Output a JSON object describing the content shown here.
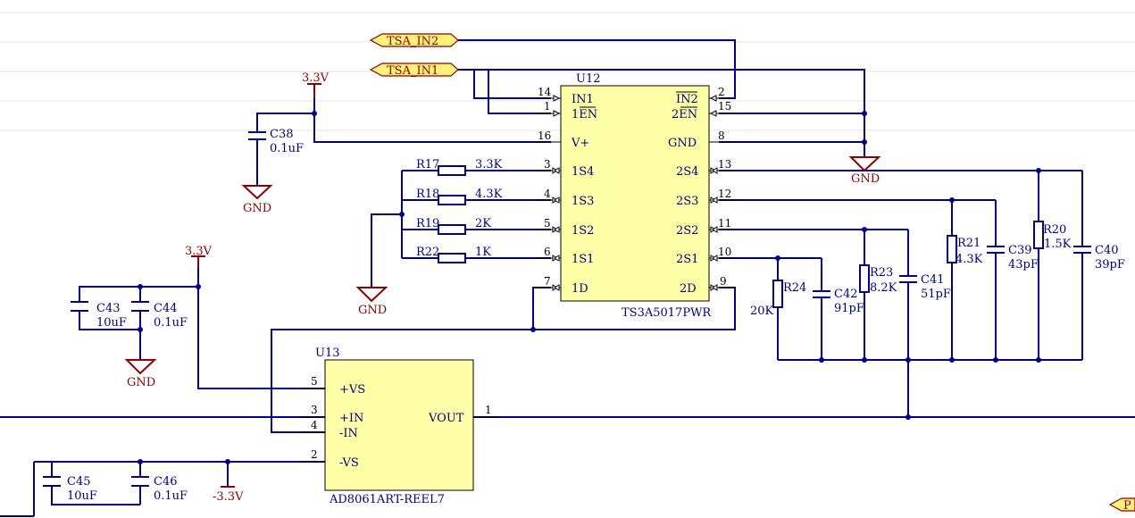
{
  "ports": {
    "tsa_in2": "TSA_IN2",
    "tsa_in1": "TSA_IN1",
    "p_partial": "P"
  },
  "power": {
    "v33_top": "3.3V",
    "v33_left": "3.3V",
    "vneg": "-3.3V",
    "gnd": "GND"
  },
  "u12": {
    "designator": "U12",
    "part": "TS3A5017PWR",
    "left_pins": [
      {
        "num": "14",
        "name": "IN1"
      },
      {
        "num": "1",
        "name": "1EN"
      },
      {
        "num": "16",
        "name": "V+"
      },
      {
        "num": "3",
        "name": "1S4"
      },
      {
        "num": "4",
        "name": "1S3"
      },
      {
        "num": "5",
        "name": "1S2"
      },
      {
        "num": "6",
        "name": "1S1"
      },
      {
        "num": "7",
        "name": "1D"
      }
    ],
    "right_pins": [
      {
        "num": "2",
        "name": "IN2"
      },
      {
        "num": "15",
        "name": "2EN"
      },
      {
        "num": "8",
        "name": "GND"
      },
      {
        "num": "13",
        "name": "2S4"
      },
      {
        "num": "12",
        "name": "2S3"
      },
      {
        "num": "11",
        "name": "2S2"
      },
      {
        "num": "10",
        "name": "2S1"
      },
      {
        "num": "9",
        "name": "2D"
      }
    ]
  },
  "u13": {
    "designator": "U13",
    "part": "AD8061ART-REEL7",
    "pins": [
      {
        "num": "5",
        "name": "+VS"
      },
      {
        "num": "3",
        "name": "+IN"
      },
      {
        "num": "4",
        "name": "-IN"
      },
      {
        "num": "2",
        "name": "-VS"
      },
      {
        "num": "1",
        "name": "VOUT"
      }
    ]
  },
  "left_resistors": [
    {
      "ref": "R17",
      "value": "3.3K"
    },
    {
      "ref": "R18",
      "value": "4.3K"
    },
    {
      "ref": "R19",
      "value": "2K"
    },
    {
      "ref": "R22",
      "value": "1K"
    }
  ],
  "right_resistors": [
    {
      "ref": "R24",
      "value": "20K"
    },
    {
      "ref": "R23",
      "value": "8.2K"
    },
    {
      "ref": "R21",
      "value": "4.3K"
    },
    {
      "ref": "R20",
      "value": "1.5K"
    }
  ],
  "right_caps": [
    {
      "ref": "C42",
      "value": "91pF"
    },
    {
      "ref": "C41",
      "value": "51pF"
    },
    {
      "ref": "C39",
      "value": "43pF"
    },
    {
      "ref": "C40",
      "value": "39pF"
    }
  ],
  "decoupling": [
    {
      "ref": "C38",
      "value": "0.1uF"
    },
    {
      "ref": "C43",
      "value": "10uF"
    },
    {
      "ref": "C44",
      "value": "0.1uF"
    },
    {
      "ref": "C45",
      "value": "10uF"
    },
    {
      "ref": "C46",
      "value": "0.1uF"
    }
  ],
  "colors": {
    "wire": "#000080",
    "power": "#8b0000",
    "ic_fill": "#ffffa8",
    "port_fill": "#fff27a"
  }
}
